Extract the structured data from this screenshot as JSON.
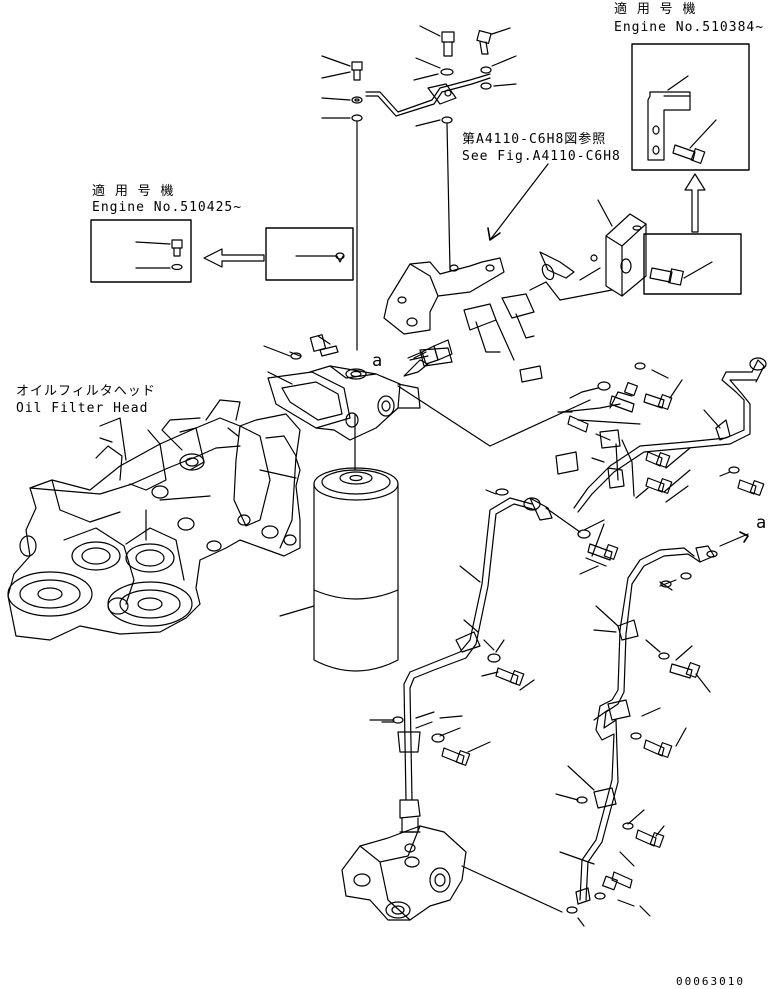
{
  "labels": {
    "variant_top_right_jp": "適 用 号 機",
    "variant_top_right_en": "Engine No.510384~",
    "variant_left_jp": "適 用 号 機",
    "variant_left_en": "Engine No.510425~",
    "ref_jp": "第A4110-C6H8図参照",
    "ref_en": "See Fig.A4110-C6H8",
    "part_jp": "オイルフィルタヘッド",
    "part_en": "Oil Filter Head",
    "marker_a_upper": "a",
    "marker_a_lower": "a",
    "page_code": "00063010"
  }
}
